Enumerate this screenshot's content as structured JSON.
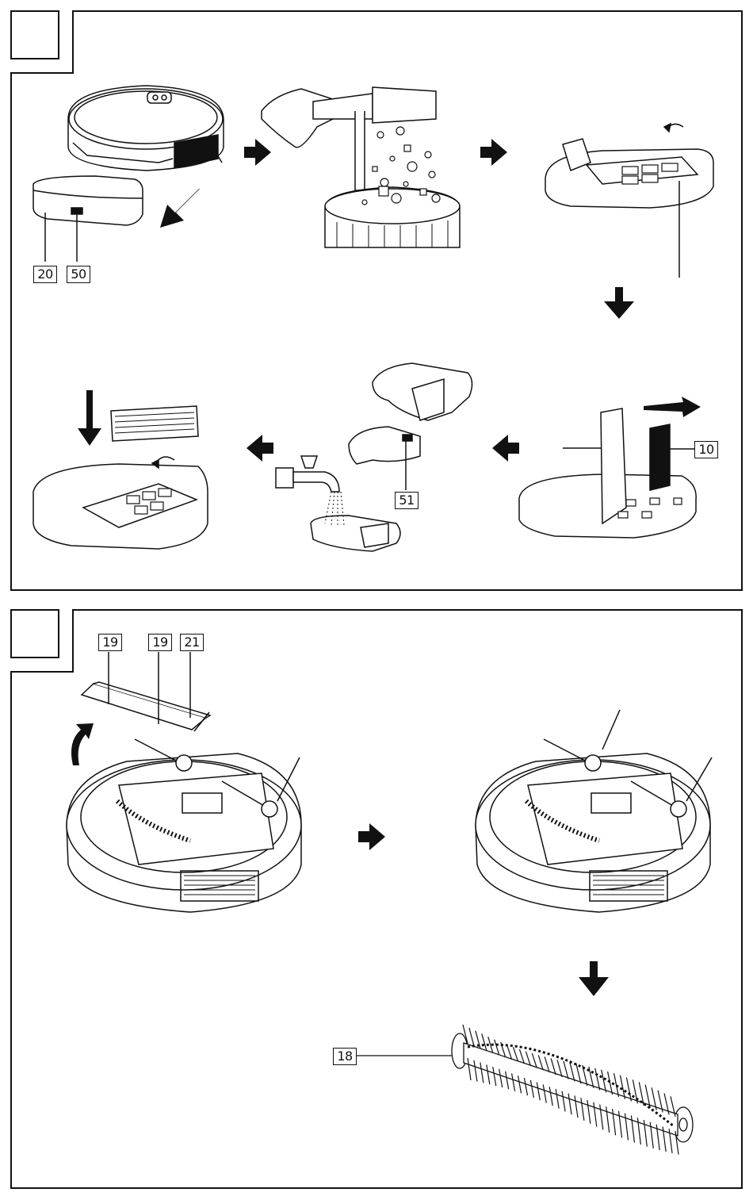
{
  "panels": [
    {
      "callouts": {
        "c20": "20",
        "c50": "50",
        "c51": "51",
        "c10": "10"
      }
    },
    {
      "callouts": {
        "c19a": "19",
        "c19b": "19",
        "c21": "21",
        "c18": "18"
      }
    }
  ],
  "icons": [
    "arrow-right-icon",
    "arrow-down-icon",
    "arrow-left-icon",
    "curved-arrow-icon",
    "water-tap-icon",
    "hand-icon"
  ],
  "colors": {
    "line": "#111111",
    "background": "#ffffff"
  }
}
